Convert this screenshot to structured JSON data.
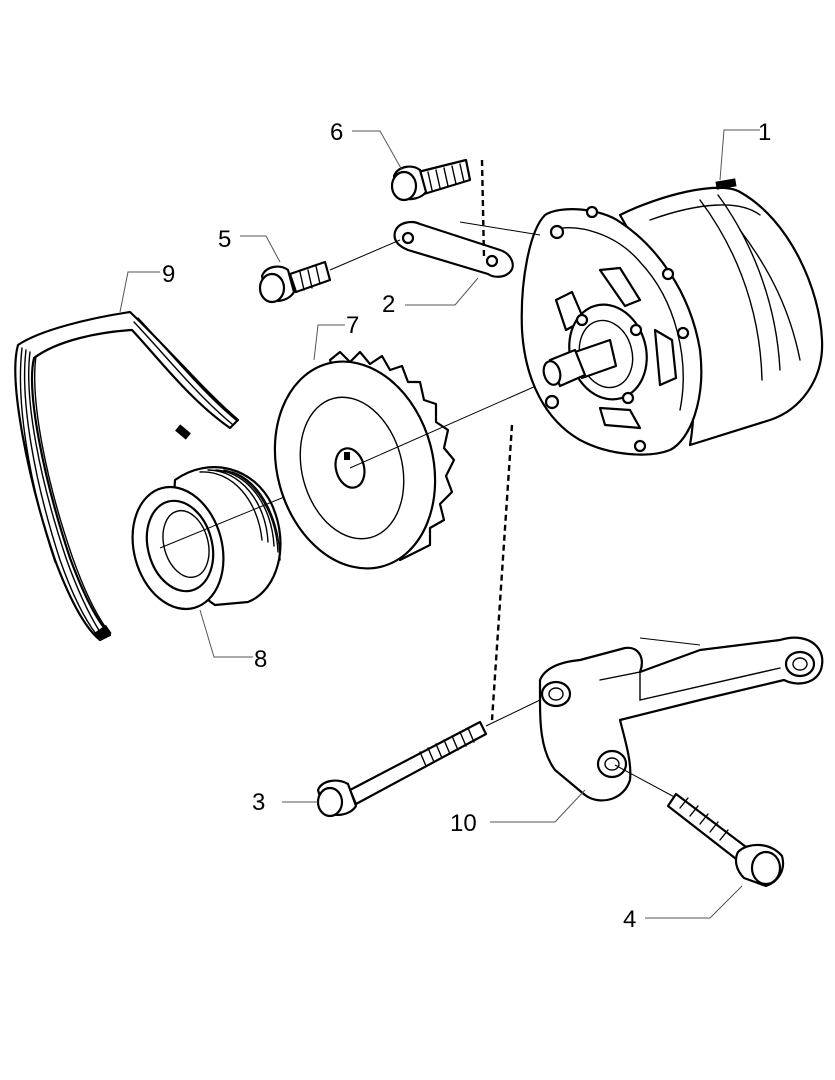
{
  "callouts": [
    {
      "id": "1",
      "label": "1",
      "part": "alternator"
    },
    {
      "id": "2",
      "label": "2",
      "part": "adjusting-strap"
    },
    {
      "id": "3",
      "label": "3",
      "part": "long-bolt"
    },
    {
      "id": "4",
      "label": "4",
      "part": "bracket-bolt"
    },
    {
      "id": "5",
      "label": "5",
      "part": "strap-bolt-lower"
    },
    {
      "id": "6",
      "label": "6",
      "part": "strap-bolt-upper"
    },
    {
      "id": "7",
      "label": "7",
      "part": "fan-pulley"
    },
    {
      "id": "8",
      "label": "8",
      "part": "drive-pulley"
    },
    {
      "id": "9",
      "label": "9",
      "part": "poly-v-belt"
    },
    {
      "id": "10",
      "label": "10",
      "part": "mounting-bracket"
    }
  ]
}
